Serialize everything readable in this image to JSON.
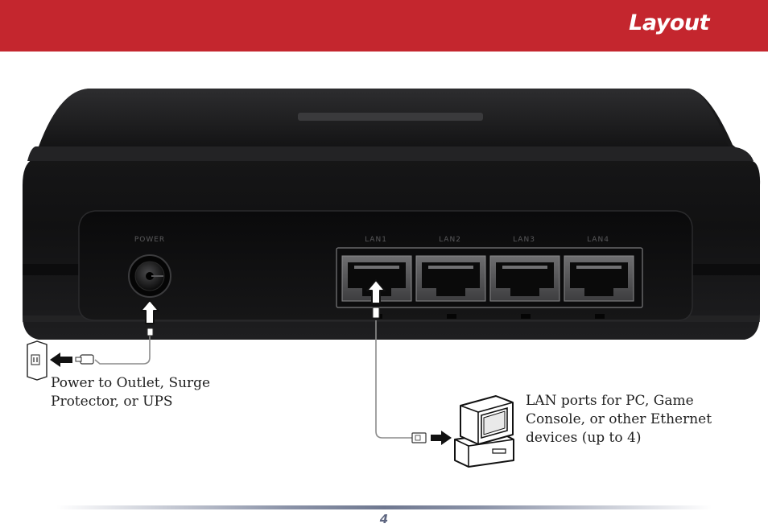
{
  "header": {
    "title": "Layout",
    "color": "#c4262e"
  },
  "device": {
    "power_port_label": "POWER",
    "lan_port_labels": [
      "LAN1",
      "LAN2",
      "LAN3",
      "LAN4"
    ]
  },
  "callouts": {
    "power": "Power to Outlet, Surge Protector, or UPS",
    "lan": "LAN ports for PC, Game Console, or other Ethernet devices (up to 4)"
  },
  "footer": {
    "page_number": "4"
  }
}
